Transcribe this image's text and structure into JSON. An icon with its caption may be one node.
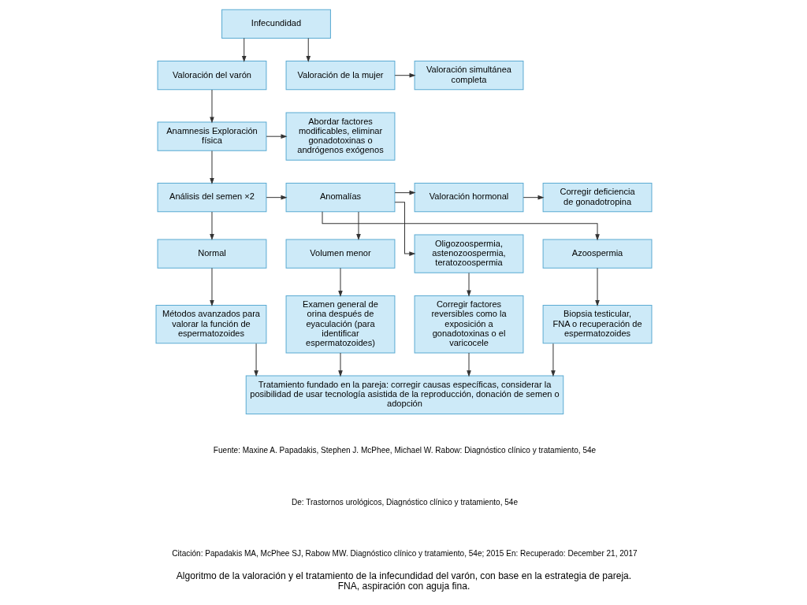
{
  "diagram": {
    "caption": "Algoritmo de la valoración y el tratamiento de la infecundidad del varón, con base en la estrategia de pareja. FNA, aspiración con aguja fina.",
    "nodes": [
      {
        "text": [
          "Infecundidad"
        ]
      },
      {
        "text": [
          "Valoración del varón"
        ]
      },
      {
        "text": [
          "Valoración de la mujer"
        ]
      },
      {
        "text": [
          "Valoración simultánea completa"
        ]
      },
      {
        "text": [
          "Anamnesis Exploración física"
        ]
      },
      {
        "text": [
          "Abordar factores modificables, eliminar gonadotoxinas o andrógenos exógenos"
        ]
      },
      {
        "text": [
          "Análisis del semen ×2"
        ]
      },
      {
        "text": [
          "Anomalías"
        ]
      },
      {
        "text": [
          "Valoración hormonal"
        ]
      },
      {
        "text": [
          "Corregir deficiencia de gonadotropina"
        ]
      },
      {
        "text": [
          "Normal"
        ]
      },
      {
        "text": [
          "Volumen menor"
        ]
      },
      {
        "text": [
          "Oligozoospermia, astenozoospermia, teratozoospermia"
        ]
      },
      {
        "text": [
          "Azoospermia"
        ]
      },
      {
        "text": [
          "Métodos avanzados para valorar la función de espermatozoides"
        ]
      },
      {
        "text": [
          "Examen general de orina después de eyaculación (para identificar espermatozoides)"
        ]
      },
      {
        "text": [
          "Corregir factores reversibles como la exposición a gonadotoxinas o el varicocele"
        ]
      },
      {
        "text": [
          "Biopsia testicular, FNA o recuperación de espermatozoides"
        ]
      },
      {
        "text": [
          "Tratamiento fundado en la pareja: corregir causas específicas, considerar la posibilidad de usar tecnología asistida de la reproducción, donación de semen o adopción"
        ]
      }
    ],
    "edges": [
      {
        "from": 0,
        "to": 1,
        "arrow": "to"
      },
      {
        "from": 0,
        "to": 2,
        "arrow": "to"
      },
      {
        "from": 2,
        "to": 3,
        "arrow": "to"
      },
      {
        "from": 1,
        "to": 4,
        "arrow": "to"
      },
      {
        "from": 4,
        "to": 5,
        "arrow": "to"
      },
      {
        "from": 4,
        "to": 6,
        "arrow": "to"
      },
      {
        "from": 6,
        "to": 7,
        "arrow": "to"
      },
      {
        "from": 7,
        "to": 8,
        "arrow": "to"
      },
      {
        "from": 8,
        "to": 9,
        "arrow": "to"
      },
      {
        "from": 6,
        "to": 10,
        "arrow": "to"
      },
      {
        "from": 7,
        "to": 11,
        "arrow": "to"
      },
      {
        "from": 7,
        "to": 12,
        "arrow": "to"
      },
      {
        "from": 7,
        "to": 13,
        "arrow": "to"
      },
      {
        "from": 10,
        "to": 14,
        "arrow": "to"
      },
      {
        "from": 11,
        "to": 15,
        "arrow": "to"
      },
      {
        "from": 12,
        "to": 16,
        "arrow": "to"
      },
      {
        "from": 13,
        "to": 17,
        "arrow": "to"
      },
      {
        "from": 14,
        "to": 18,
        "arrow": "to"
      },
      {
        "from": 15,
        "to": 18,
        "arrow": "to"
      },
      {
        "from": 16,
        "to": 18,
        "arrow": "to"
      },
      {
        "from": 17,
        "to": 18,
        "arrow": "to"
      }
    ],
    "labels": [
      "Fuente: Maxine A. Papadakis, Stephen J. McPhee, Michael W. Rabow: Diagnóstico clínico y tratamiento, 54e",
      "De: Trastornos urológicos, Diagnóstico clínico y tratamiento, 54e",
      "Citación: Papadakis MA, McPhee SJ, Rabow MW. Diagnóstico clínico y tratamiento, 54e; 2015 En: Recuperado: December 21, 2017"
    ]
  }
}
